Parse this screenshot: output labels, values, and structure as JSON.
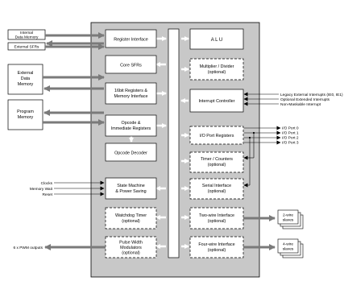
{
  "external": {
    "internal_data_memory": [
      "Internal",
      "Data Memory"
    ],
    "external_sfrs": "External SFRs",
    "external_data_memory": [
      "External",
      "Data",
      "Memory"
    ],
    "program_memory": [
      "Program",
      "Memory"
    ],
    "clocks": "Clocks",
    "memory_wait": "Memory Wait",
    "reset": "Reset",
    "pwm_outputs": "6 x PWM outputs"
  },
  "left_blocks": {
    "register_interface": [
      "Register Interface"
    ],
    "core_sfrs": [
      "Core SFRs"
    ],
    "reg_16bit": [
      "16bit Registers &",
      "Memory Interface"
    ],
    "opcode_registers": [
      "Opcode &",
      "Immediate Registers"
    ],
    "opcode_decoder": [
      "Opcode Decoder"
    ],
    "state_machine": [
      "State Machine",
      "& Power Saving"
    ],
    "watchdog": [
      "Watchdog Timer",
      "(optional)"
    ],
    "pwm": [
      "Pulse Width",
      "Modulators",
      "(optional)"
    ]
  },
  "right_blocks": {
    "alu": [
      "A L U"
    ],
    "multiplier": [
      "Multiplier / Divider",
      "(optional)"
    ],
    "interrupt_controller": [
      "Interrupt Controller"
    ],
    "io_port_registers": [
      "I/O Port Registers"
    ],
    "timer": [
      "Timer / Counters",
      "(optional)"
    ],
    "serial": [
      "Serial Interface",
      "(optional)"
    ],
    "two_wire": [
      "Two-wire Interface",
      "(optional)"
    ],
    "four_wire": [
      "Four-wire Interface",
      "(optional)"
    ]
  },
  "interrupts": [
    "Legacy External Interrupts (IE0, IE1)",
    "Optional Extended Interrupts",
    "Non-Maskable Interrupt"
  ],
  "io_ports": [
    "I/O Port 0",
    "I/O Port 1",
    "I/O Port 2",
    "I/O Port 3"
  ],
  "slaves": {
    "two_wire": [
      "2-wire",
      "slaves"
    ],
    "four_wire": [
      "4-wire",
      "slaves"
    ]
  }
}
